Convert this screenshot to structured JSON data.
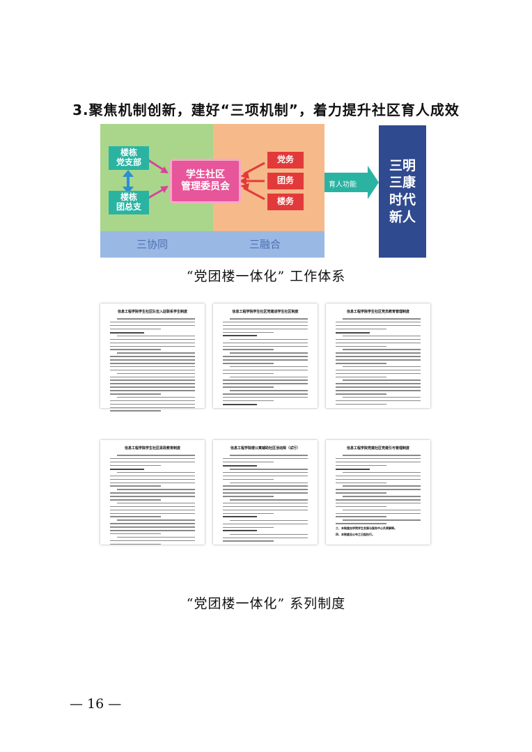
{
  "heading": "3.聚焦机制创新，建好“三项机制”，着力提升社区育人成效",
  "diagram": {
    "left_boxes": [
      "楼栋\n党支部",
      "楼栋\n团总支"
    ],
    "center_box": "学生社区\n管理委员会",
    "right_boxes": [
      "党务",
      "团务",
      "楼务"
    ],
    "flow_label": "育人功能",
    "target": "三明\n三康\n时代\n新人",
    "zone_left": "三协同",
    "zone_right": "三融合",
    "colors": {
      "green": "#a9d68b",
      "orange": "#f6b98a",
      "blue": "#9ab8e4",
      "navy": "#2f4a8e",
      "teal": "#2bb3a2"
    }
  },
  "caption_1": "“党团楼一体化” 工作体系",
  "documents": [
    {
      "title": "信息工程学院学生社区队伍入驻联系学生制度"
    },
    {
      "title": "信息工程学院学生社区党建进学生社区制度"
    },
    {
      "title": "信息工程学院学生社区党员教育管理制度"
    },
    {
      "title": "信息工程学院学生社区思政教育制度"
    },
    {
      "title": "信息工程学院楼公寓辅助社区活动规（试行）"
    },
    {
      "title": "信息工程学院党建社区党建引与管理制度",
      "closing_lines": [
        "三、本制度由学院学生发展与服务中心负责解释。",
        "四、本制度自公布之日起执行。"
      ]
    }
  ],
  "caption_2": "“党团楼一体化” 系列制度",
  "page_number": "— 16 —"
}
